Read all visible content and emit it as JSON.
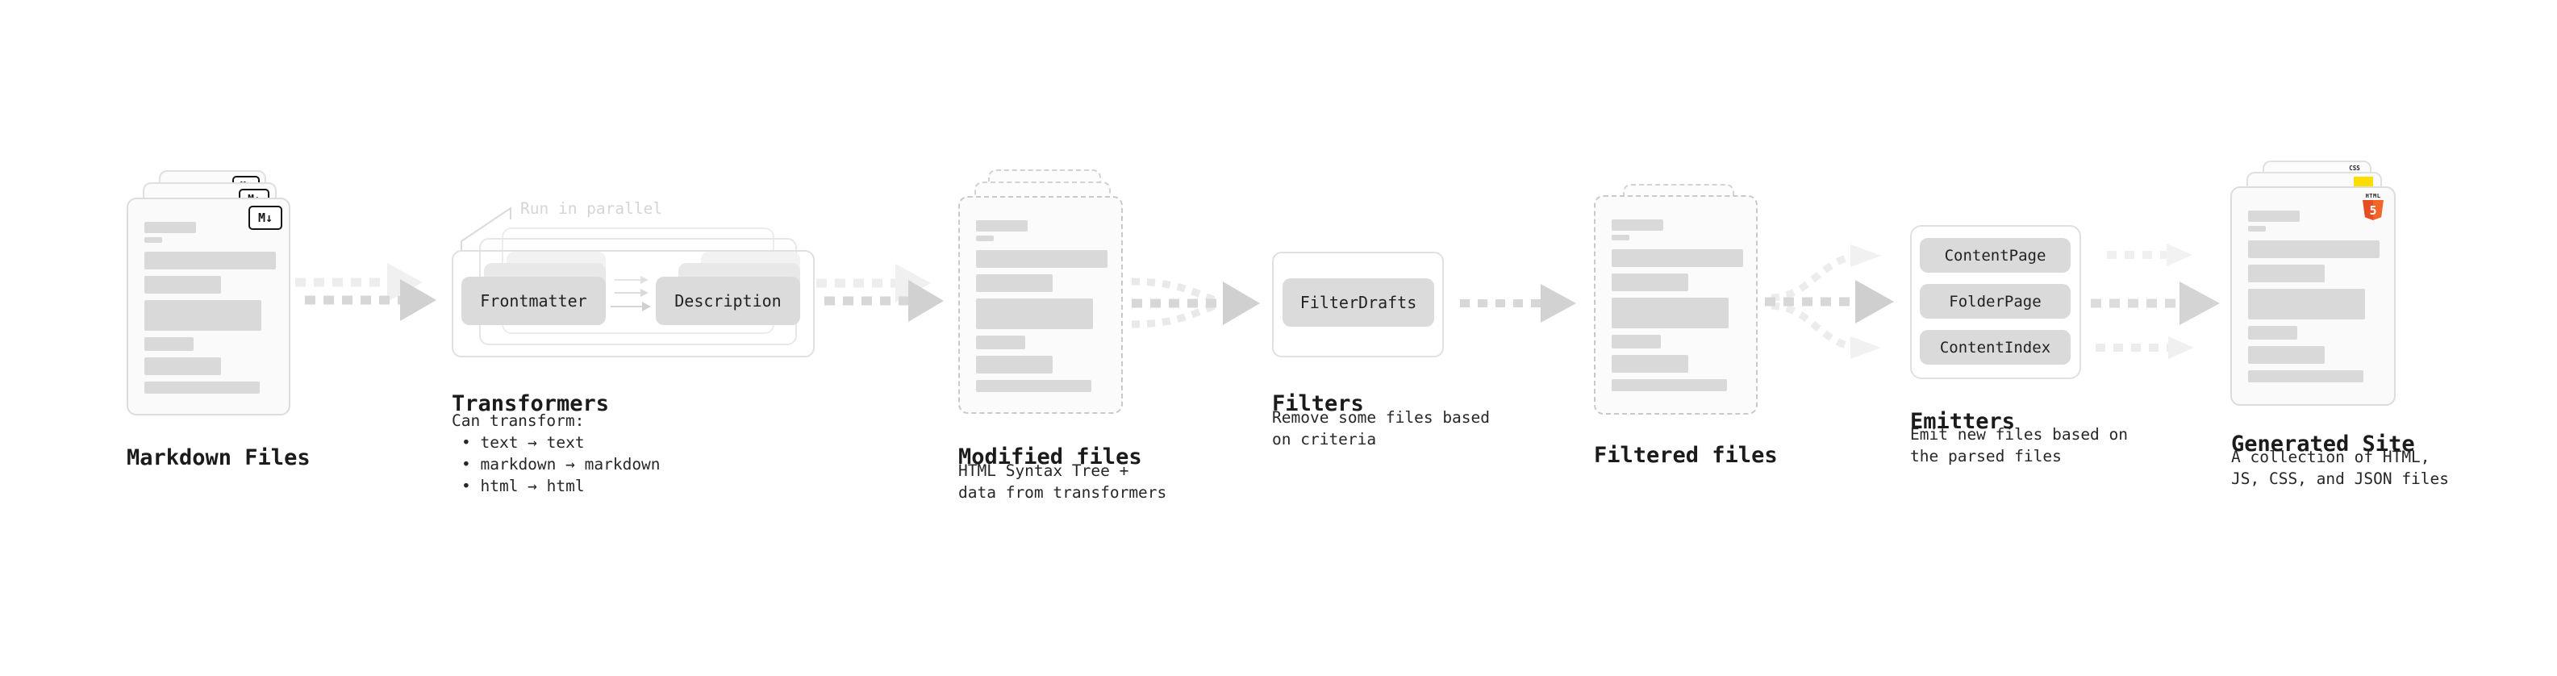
{
  "stages": {
    "markdown": {
      "label": "Markdown Files",
      "badge": "M↓"
    },
    "transformers": {
      "label": "Transformers",
      "note": "Run in parallel",
      "pill_a": "Frontmatter",
      "pill_b": "Description",
      "desc_title": "Can transform:",
      "bullets": [
        "• text → text",
        "• markdown → markdown",
        "• html → html"
      ]
    },
    "modified": {
      "label": "Modified files",
      "sublines": [
        "HTML Syntax Tree +",
        "data from transformers"
      ]
    },
    "filters": {
      "label": "Filters",
      "pill": "FilterDrafts",
      "sublines": [
        "Remove some files based",
        "on criteria"
      ]
    },
    "filtered": {
      "label": "Filtered files"
    },
    "emitters": {
      "label": "Emitters",
      "pills": [
        "ContentPage",
        "FolderPage",
        "ContentIndex"
      ],
      "sublines": [
        "Emit new files based on",
        "the parsed files"
      ]
    },
    "generated": {
      "label": "Generated Site",
      "sublines": [
        "A collection of HTML,",
        "JS, CSS, and JSON files"
      ],
      "badges": {
        "html_word": "HTML",
        "html_num": "5",
        "css": "CSS"
      }
    }
  },
  "file_card_bars": [
    {
      "w": 64,
      "h": 14,
      "mt": 0
    },
    {
      "w": 22,
      "h": 7,
      "mt": 5
    },
    {
      "w": 163,
      "h": 22,
      "mt": 11
    },
    {
      "w": 95,
      "h": 22,
      "mt": 8
    },
    {
      "w": 145,
      "h": 38,
      "mt": 8
    },
    {
      "w": 61,
      "h": 17,
      "mt": 8
    },
    {
      "w": 95,
      "h": 22,
      "mt": 8
    },
    {
      "w": 143,
      "h": 15,
      "mt": 8
    }
  ],
  "colors": {
    "accent_html5": "#e44d26",
    "accent_js": "#ffdd00",
    "accent_css": "#1a73e8",
    "pill_gray": "#dbdbdb",
    "bar_gray": "#d9d9d9",
    "arrow_gray": "#d1d1d1"
  }
}
